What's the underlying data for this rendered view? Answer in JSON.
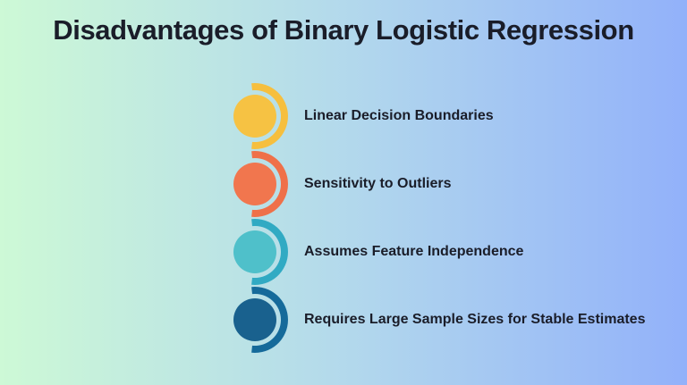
{
  "title": "Disadvantages of Binary Logistic Regression",
  "background": {
    "gradient_left": "#cdf9d6",
    "gradient_mid": "#b3d9ec",
    "gradient_right": "#92b1fa"
  },
  "text_color": "#1a1d29",
  "items": [
    {
      "label": "Linear Decision Boundaries",
      "circle_color": "#f6c243",
      "arc_color": "#f6bf3e"
    },
    {
      "label": "Sensitivity to Outliers",
      "circle_color": "#f1764e",
      "arc_color": "#ef7049"
    },
    {
      "label": "Assumes Feature Independence",
      "circle_color": "#4fc0ca",
      "arc_color": "#31aac3"
    },
    {
      "label": "Requires Large Sample Sizes for Stable Estimates",
      "circle_color": "#19618e",
      "arc_color": "#156a9a"
    }
  ]
}
